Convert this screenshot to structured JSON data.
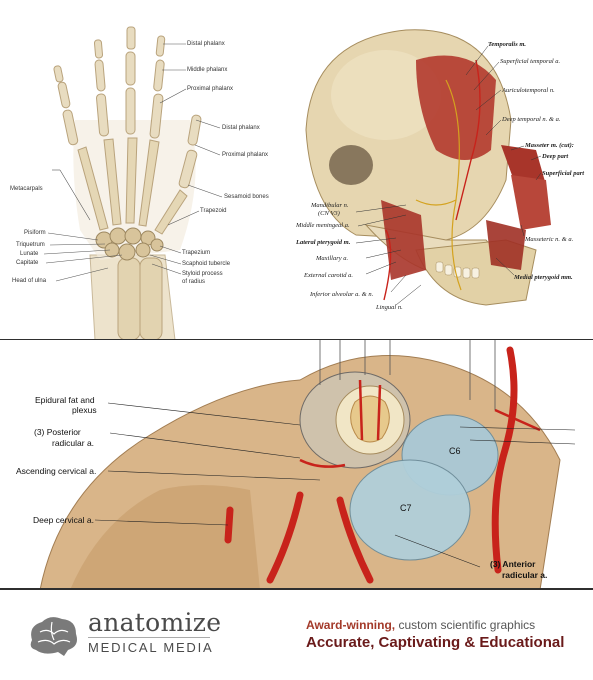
{
  "hand": {
    "labels": {
      "distal_phalanx_1": "Distal phalanx",
      "middle_phalanx": "Middle phalanx",
      "proximal_phalanx_1": "Proximal phalanx",
      "distal_phalanx_2": "Distal phalanx",
      "proximal_phalanx_2": "Proximal phalanx",
      "metacarpals": "Metacarpals",
      "sesamoid_bones": "Sesamoid bones",
      "trapezoid": "Trapezoid",
      "pisiform": "Pisiform",
      "triquetrum": "Triquetrum",
      "lunate": "Lunate",
      "capitate": "Capitate",
      "head_of_ulna": "Head of ulna",
      "trapezium": "Trapezium",
      "scaphoid_tubercle": "Scaphoid tubercle",
      "styloid_process_1": "Styloid process",
      "styloid_process_2": "of radius"
    }
  },
  "skull": {
    "labels": {
      "temporalis": "Temporalis m.",
      "superficial_temporal": "Superficial temporal a.",
      "auriculotemporal": "Auriculotemporal n.",
      "deep_temporal": "Deep temporal n. & a.",
      "masseter": "Masseter m. (cut):",
      "deep_part": "Deep part",
      "superficial_part": "Superficial part",
      "mandibular_1": "Mandibular n.",
      "mandibular_2": "(CN V3)",
      "middle_meningeal": "Middle meningeal a.",
      "lateral_pterygoid": "Lateral pterygoid m.",
      "maxillary": "Maxillary a.",
      "external_carotid": "External carotid a.",
      "inferior_alveolar": "Inferior alveolar a. & n.",
      "masseteric": "Masseteric n. & a.",
      "medial_pterygoid": "Medial pterygoid mm.",
      "lingual": "Lingual n."
    }
  },
  "spine": {
    "labels": {
      "epidural_1": "Epidural fat and",
      "epidural_2": "plexus",
      "posterior_1": "(3) Posterior",
      "posterior_2": "radicular a.",
      "ascending_cervical": "Ascending cervical a.",
      "deep_cervical": "Deep cervical a.",
      "anterior_1": "(3) Anterior",
      "anterior_2": "radicular a.",
      "c6": "C6",
      "c7": "C7"
    }
  },
  "footer": {
    "brand_name": "anatomize",
    "brand_sub": "MEDICAL MEDIA",
    "tagline_highlight": "Award-winning,",
    "tagline_rest": " custom scientific graphics",
    "tagline_main": "Accurate, Captivating & Educational"
  },
  "colors": {
    "bone": "#e8dcc0",
    "muscle": "#b23a2e",
    "artery": "#c8231b",
    "vertebra": "#a8c8d4",
    "brand_red": "#a33a2a"
  }
}
